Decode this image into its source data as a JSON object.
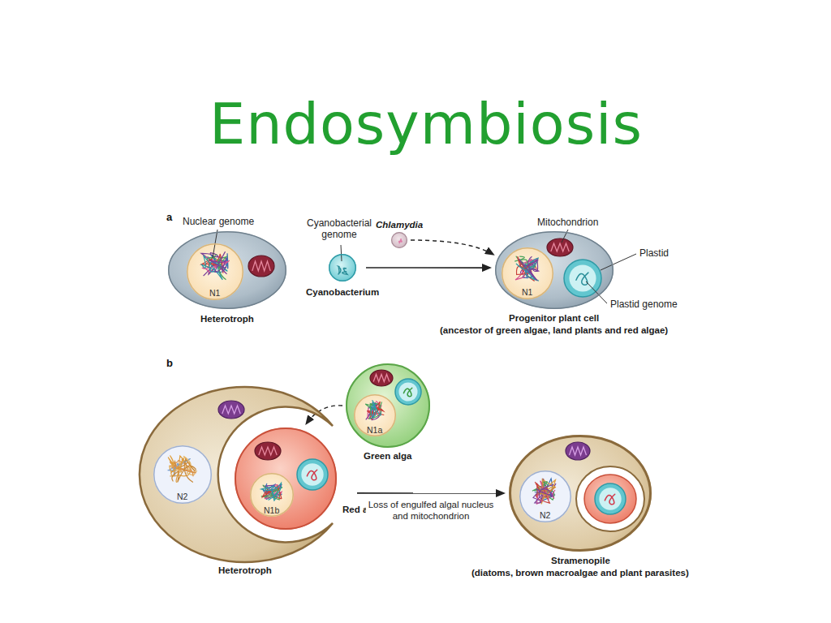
{
  "diagram": {
    "title": "Endosymbiosis",
    "nodes": [
      {
        "text": [
          "Heterotroph"
        ]
      },
      {
        "text": [
          "N1"
        ],
        "in": 0
      },
      {
        "text": [
          "Cyanobacterium"
        ]
      },
      {
        "text": [
          "Chlamydia"
        ]
      },
      {
        "text": [
          "Progenitor plant cell",
          "(ancestor of green algae, land plants and red algae)"
        ]
      },
      {
        "text": [
          "N1"
        ],
        "in": 4
      },
      {
        "text": [
          "Green alga"
        ]
      },
      {
        "text": [
          "N1a"
        ],
        "in": 6
      },
      {
        "text": [
          "Heterotroph"
        ]
      },
      {
        "text": [
          "N2"
        ],
        "in": 8
      },
      {
        "text": [
          "Red alga"
        ],
        "in": 8
      },
      {
        "text": [
          "N1b"
        ],
        "in": 10
      },
      {
        "text": [
          "Stramenopile",
          "(diatoms, brown macroalgae and plant parasites)"
        ]
      },
      {
        "text": [
          "N2"
        ],
        "in": 12
      }
    ],
    "edges": [
      {
        "from": 2,
        "to": 4,
        "arrow": "to"
      },
      {
        "from": 3,
        "to": 4,
        "arrow": "to"
      },
      {
        "from": 6,
        "to": 8,
        "arrow": "to"
      },
      {
        "from": 8,
        "to": 12,
        "label": "Loss of engulfed algal nucleus and mitochondrion",
        "arrow": "to"
      }
    ],
    "labels": [
      "a",
      "b",
      "Nuclear genome",
      "Cyanobacterial genome",
      "Mitochondrion",
      "Plastid",
      "Plastid genome"
    ]
  }
}
